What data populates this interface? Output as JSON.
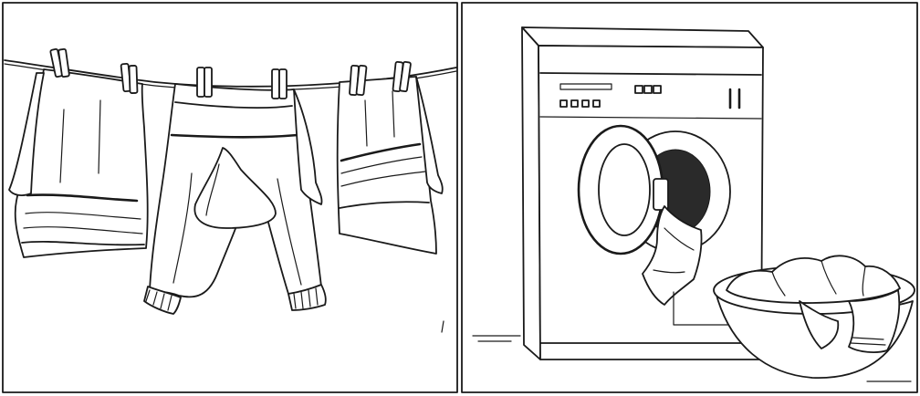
{
  "panels": [
    {
      "id": "left",
      "subject": "clothes-line"
    },
    {
      "id": "right",
      "subject": "washing-machine"
    }
  ],
  "colors": {
    "ink": "#1a1a1a",
    "paper": "#ffffff",
    "shade": "#2a2a2a"
  }
}
